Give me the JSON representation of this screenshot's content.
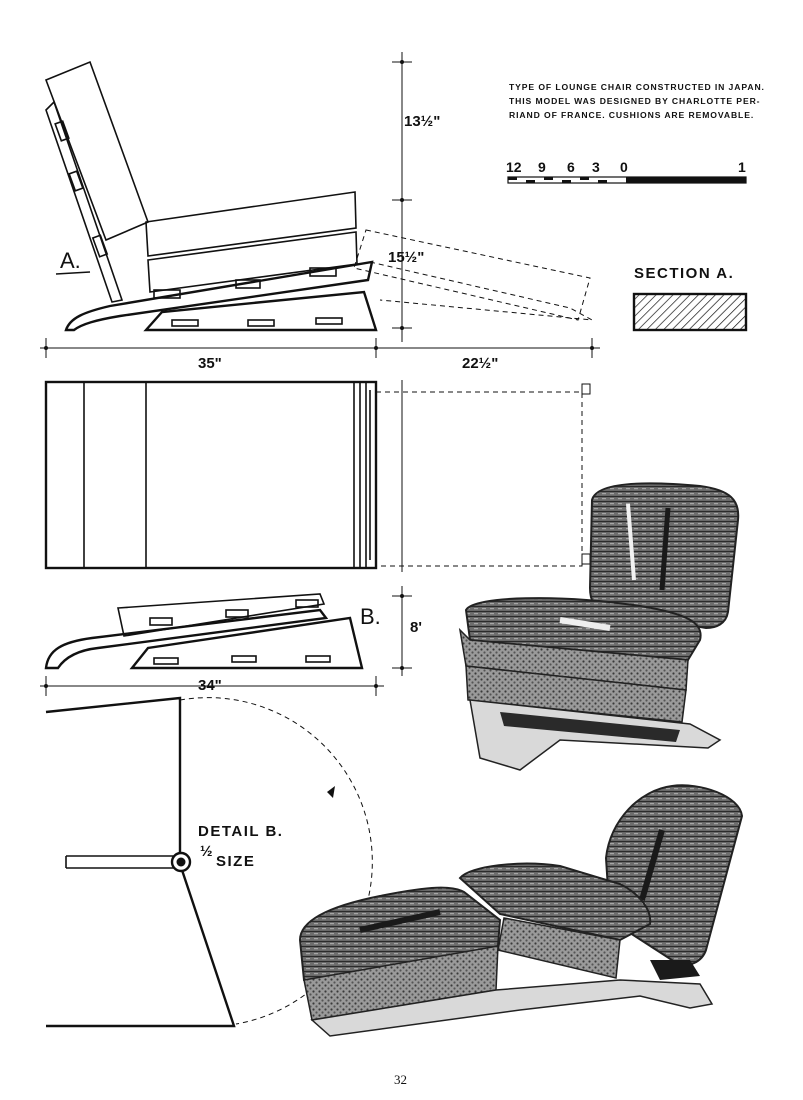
{
  "caption": {
    "line1": "TYPE OF LOUNGE CHAIR CONSTRUCTED IN JAPAN.",
    "line2": "THIS MODEL WAS DESIGNED BY CHARLOTTE PER-",
    "line3": "RIAND OF FRANCE. CUSHIONS ARE REMOVABLE."
  },
  "scale_bar": {
    "labels": [
      "12",
      "9",
      "6",
      "3",
      "0",
      "1"
    ]
  },
  "dimensions": {
    "back_height": "13½\"",
    "extension_height": "15½\"",
    "seat_depth": "35\"",
    "extension_length": "22½\"",
    "base_height": "8'",
    "base_length": "34\""
  },
  "labels": {
    "view_a": "A.",
    "view_b": "B.",
    "section_a": "SECTION A.",
    "detail_b_line1": "DETAIL  B.",
    "detail_b_fraction": "½",
    "detail_b_line2": "SIZE"
  },
  "photos": {
    "photo_1": "woven-lounge-chair",
    "photo_2": "woven-lounge-chair-extended"
  },
  "page_number": "32"
}
